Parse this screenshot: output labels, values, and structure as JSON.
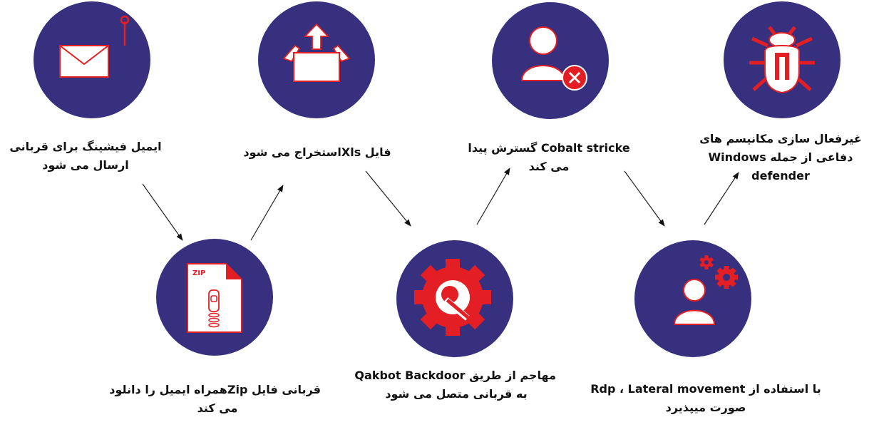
{
  "colors": {
    "circle": "#36307e",
    "accent": "#e31e24",
    "white": "#ffffff",
    "text": "#111111"
  },
  "steps": [
    {
      "icon": "email-icon",
      "lines": [
        "ایمیل فیشینگ برای قربانی",
        "ارسال می شود"
      ]
    },
    {
      "icon": "zip-file-icon",
      "lines": [
        "قربانی فایل Zipهمراه ایمیل را دانلود",
        "می کند"
      ]
    },
    {
      "icon": "extract-box-icon",
      "lines": [
        "فایل  Xlsاستخراج می شود"
      ]
    },
    {
      "icon": "gear-wrench-icon",
      "lines": [
        "مهاجم از طریق Qakbot Backdoor",
        "به قربانی متصل می شود"
      ]
    },
    {
      "icon": "user-blocked-icon",
      "lines": [
        "Cobalt stricke  گسترش پیدا",
        "می کند"
      ]
    },
    {
      "icon": "user-gears-icon",
      "lines": [
        "با استفاده از  Rdp ، Lateral movement",
        "صورت میپذیرد"
      ]
    },
    {
      "icon": "bug-icon",
      "lines": [
        "غیرفعال سازی مکانیسم های",
        "دفاعی از جمله  Windows",
        "defender"
      ]
    }
  ]
}
